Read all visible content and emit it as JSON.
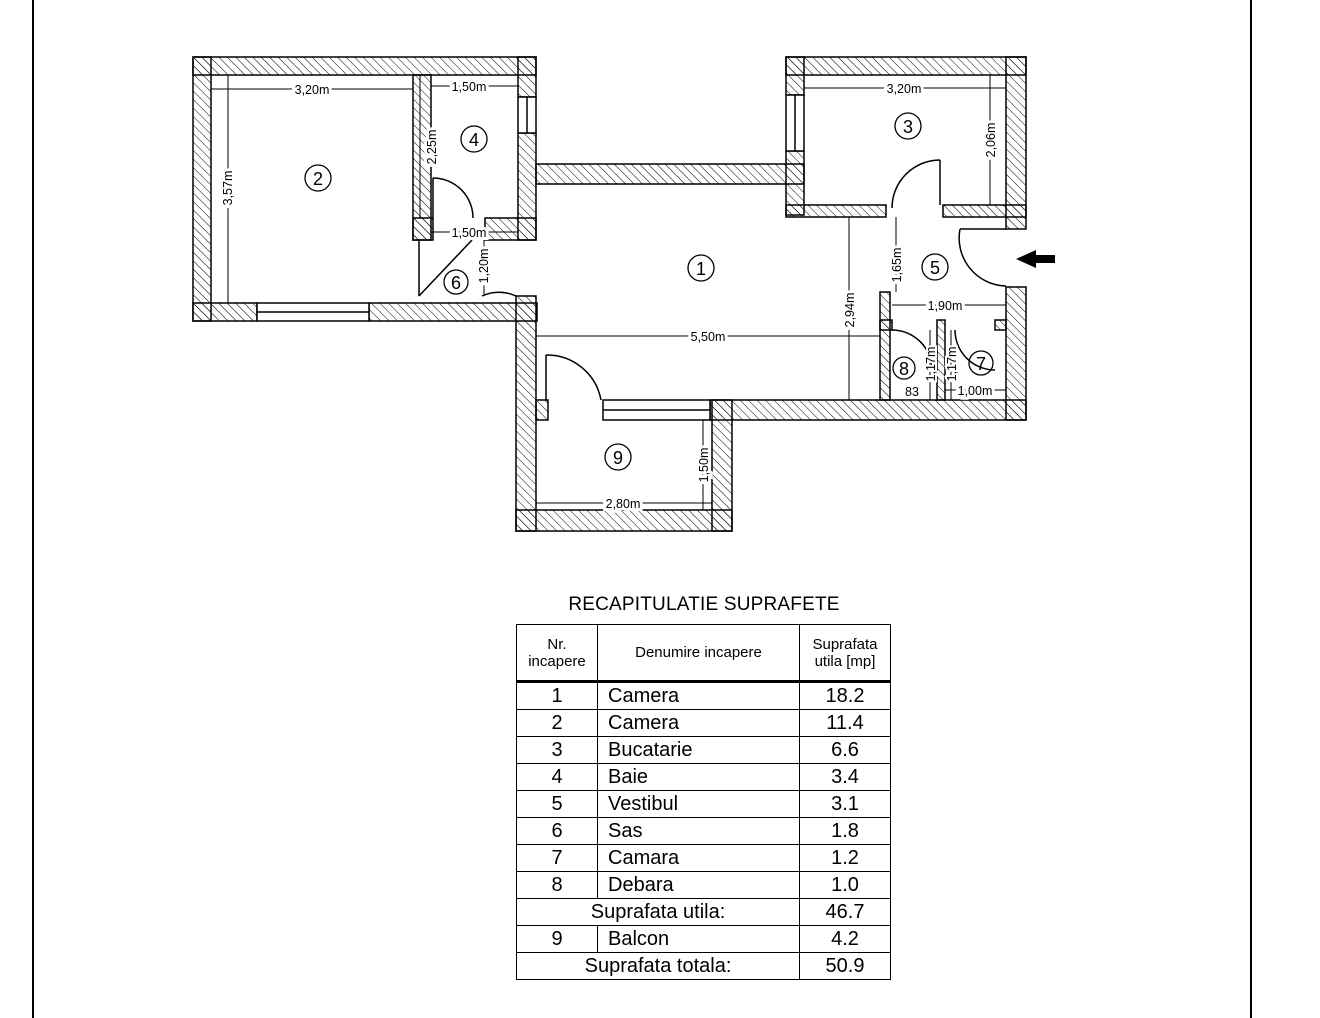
{
  "plan": {
    "rooms": [
      {
        "number": "1"
      },
      {
        "number": "2"
      },
      {
        "number": "3"
      },
      {
        "number": "4"
      },
      {
        "number": "5"
      },
      {
        "number": "6"
      },
      {
        "number": "7"
      },
      {
        "number": "8"
      },
      {
        "number": "9"
      }
    ],
    "dimensions": [
      "3,20m",
      "1,50m",
      "3,20m",
      "3,57m",
      "2,25m",
      "2,06m",
      "1,50m",
      "1,20m",
      "1,65m",
      "2,94m",
      "1,90m",
      "5,50m",
      "1,17m",
      "1,17m",
      "83",
      "1,00m",
      "1,50m",
      "2,80m"
    ]
  },
  "recap": {
    "title": "RECAPITULATIE SUPRAFETE",
    "headers": {
      "nr_line1": "Nr.",
      "nr_line2": "incapere",
      "name": "Denumire incapere",
      "area_line1": "Suprafata",
      "area_line2": "utila [mp]"
    },
    "rows": [
      {
        "nr": "1",
        "name": "Camera",
        "area": "18.2"
      },
      {
        "nr": "2",
        "name": "Camera",
        "area": "11.4"
      },
      {
        "nr": "3",
        "name": "Bucatarie",
        "area": "6.6"
      },
      {
        "nr": "4",
        "name": "Baie",
        "area": "3.4"
      },
      {
        "nr": "5",
        "name": "Vestibul",
        "area": "3.1"
      },
      {
        "nr": "6",
        "name": "Sas",
        "area": "1.8"
      },
      {
        "nr": "7",
        "name": "Camara",
        "area": "1.2"
      },
      {
        "nr": "8",
        "name": "Debara",
        "area": "1.0"
      }
    ],
    "useful_label": "Suprafata utila:",
    "useful_value": "46.7",
    "balcony": {
      "nr": "9",
      "name": "Balcon",
      "area": "4.2"
    },
    "total_label": "Suprafata totala:",
    "total_value": "50.9"
  }
}
